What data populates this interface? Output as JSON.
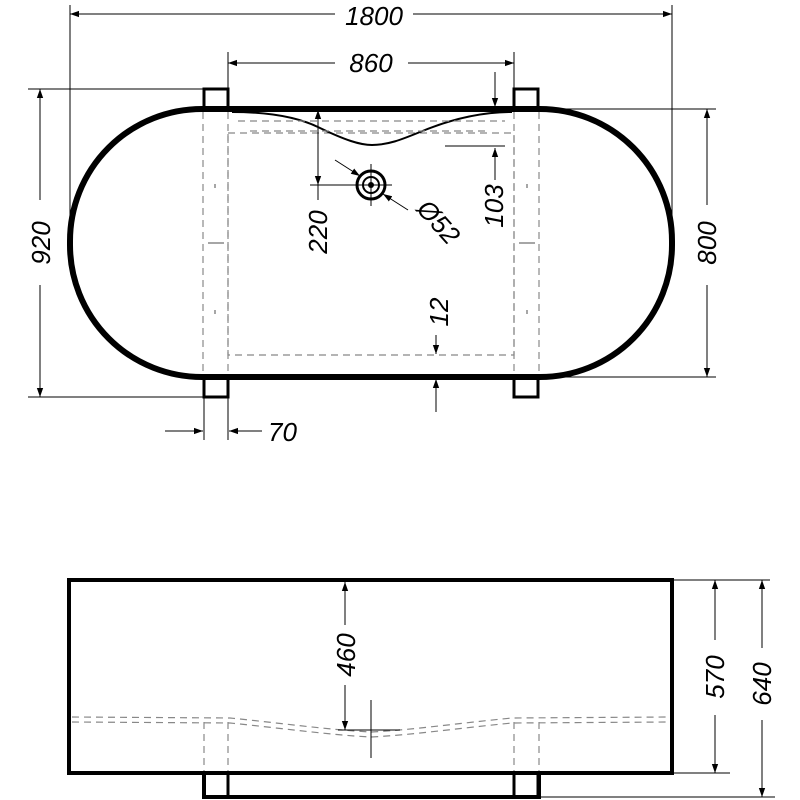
{
  "dimensions": {
    "total_length": "1800",
    "top_opening": "860",
    "total_width": "920",
    "inner_width": "800",
    "drain_offset": "220",
    "drain_diameter": "Ø52",
    "drain_notch": "103",
    "wall_gap": "12",
    "foot_width": "70",
    "inner_depth": "460",
    "body_height": "570",
    "total_height": "640"
  }
}
